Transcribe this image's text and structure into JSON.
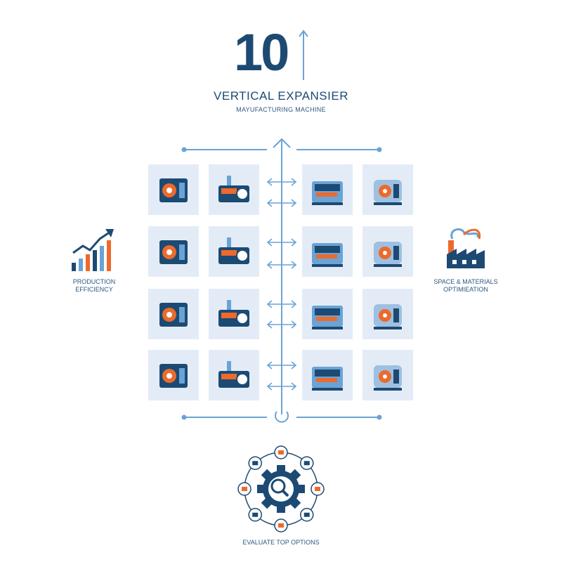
{
  "header": {
    "number": "10",
    "title": "VERTICAL EXPANSIER",
    "subtitle": "MAYUFACTURING MACHINE"
  },
  "left_panel": {
    "label_line1": "PRODUCTION",
    "label_line2": "EFFICIENCY",
    "icon": "bar-chart-growth-icon"
  },
  "right_panel": {
    "label_line1": "SPACE & MATERIALS",
    "label_line2": "OPTIMIEATION",
    "icon": "factory-icon"
  },
  "footer": {
    "label": "EVALUATE TOP OPTIONS",
    "icon": "gear-magnifier-icon"
  },
  "colors": {
    "navy": "#1c4a73",
    "orange": "#ec6a2c",
    "light_blue": "#6aa3d6",
    "tile_bg": "#e3ecf6"
  },
  "machines": [
    {
      "name": "machine-1"
    },
    {
      "name": "machine-2"
    },
    {
      "name": "machine-3"
    },
    {
      "name": "machine-4"
    },
    {
      "name": "machine-5"
    },
    {
      "name": "machine-6"
    },
    {
      "name": "machine-7"
    },
    {
      "name": "machine-8"
    },
    {
      "name": "machine-9"
    },
    {
      "name": "machine-10"
    },
    {
      "name": "machine-11"
    },
    {
      "name": "machine-12"
    },
    {
      "name": "machine-13"
    },
    {
      "name": "machine-14"
    },
    {
      "name": "machine-15"
    },
    {
      "name": "machine-16"
    }
  ]
}
